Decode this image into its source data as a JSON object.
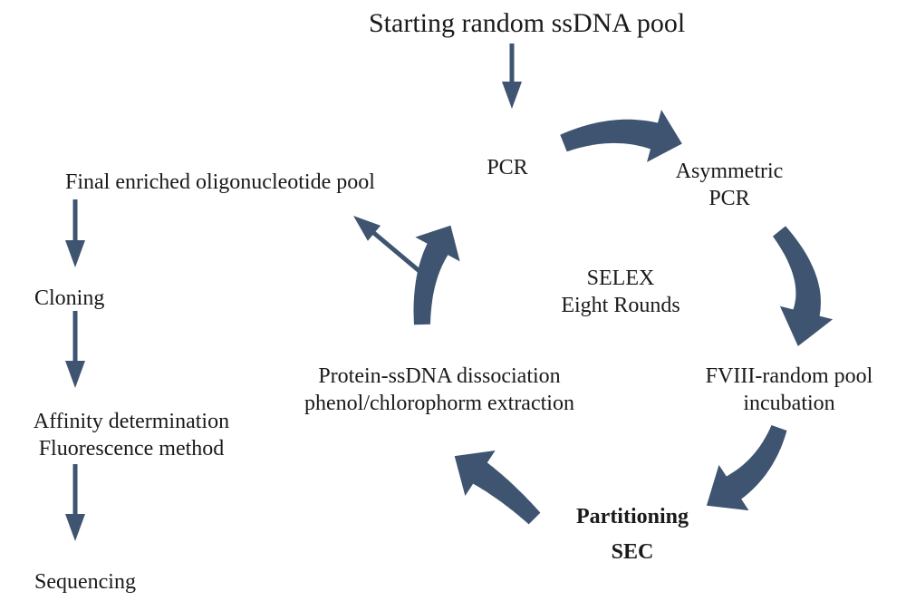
{
  "colors": {
    "arrow": "#3e5470",
    "text": "#1a1a1a"
  },
  "labels": {
    "start_pool": "Starting random ssDNA pool",
    "pcr": "PCR",
    "asymmetric_pcr": [
      "Asymmetric",
      "PCR"
    ],
    "final_pool": "Final enriched oligonucleotide pool",
    "selex": [
      "SELEX",
      "Eight Rounds"
    ],
    "cloning": "Cloning",
    "incubation": [
      "FVIII-random pool",
      "incubation"
    ],
    "dissociation": [
      "Protein-ssDNA dissociation",
      "phenol/chlorophorm extraction"
    ],
    "affinity": [
      "Affinity determination",
      "Fluorescence method"
    ],
    "partitioning": "Partitioning",
    "sec": "SEC",
    "sequencing": "Sequencing"
  }
}
